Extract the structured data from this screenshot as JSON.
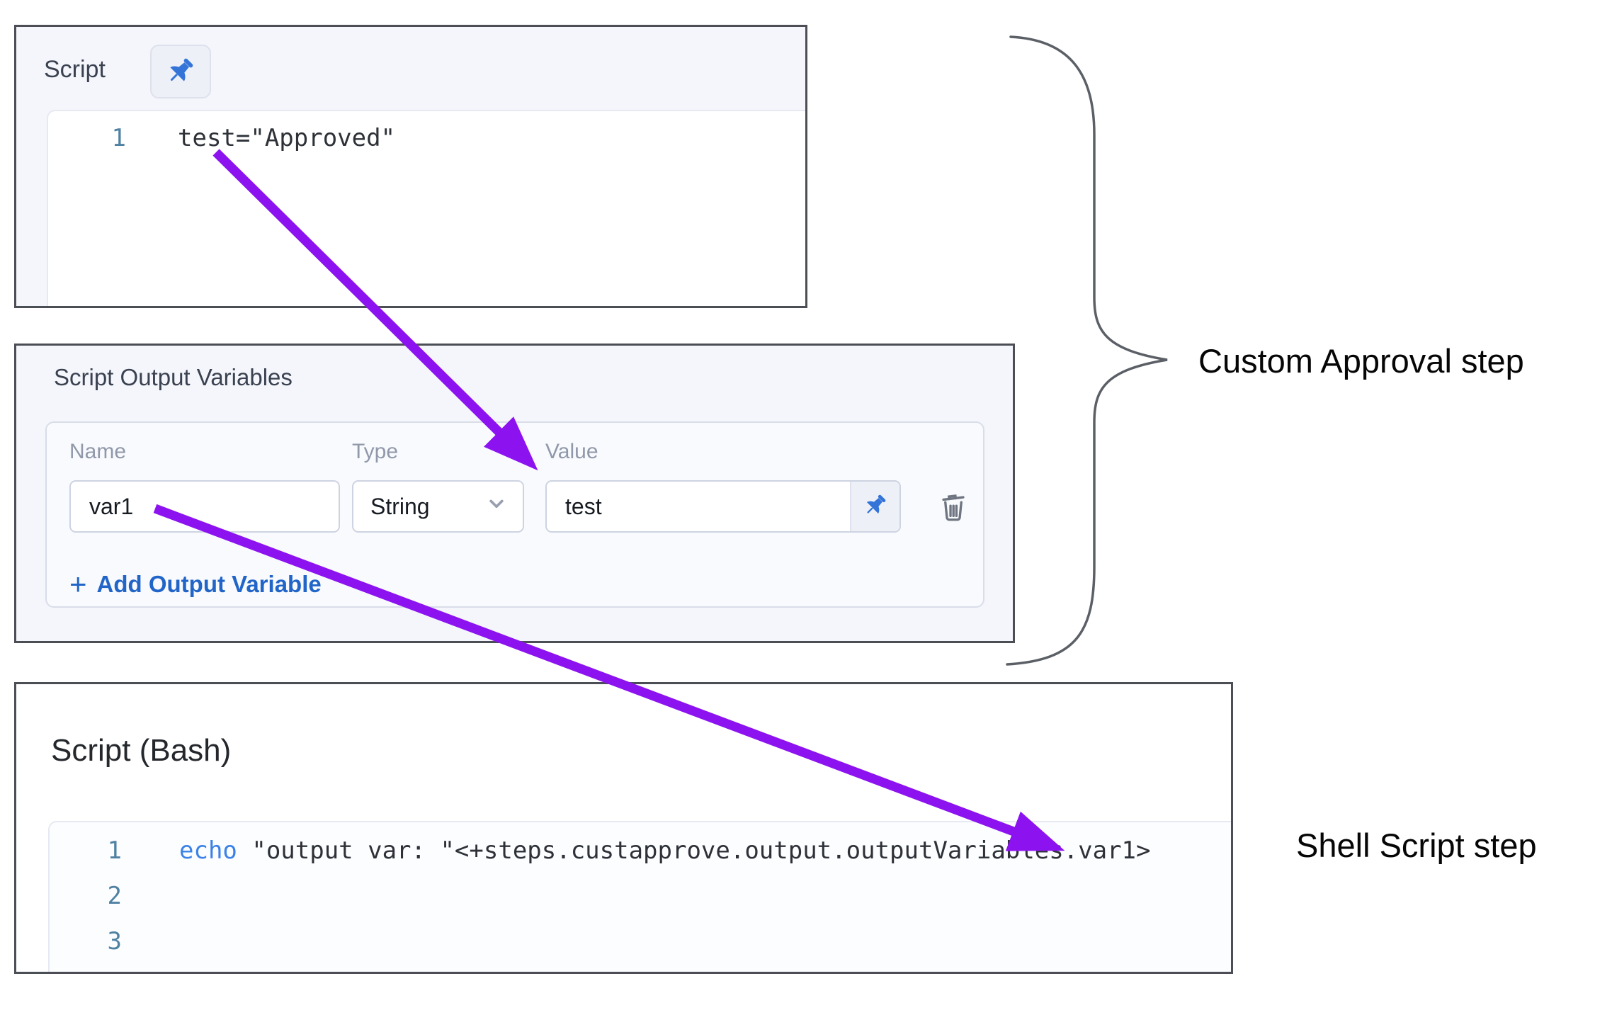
{
  "panels": {
    "script": {
      "title": "Script",
      "code": {
        "line_number": "1",
        "content": "test=\"Approved\""
      }
    },
    "output_variables": {
      "title": "Script Output Variables",
      "columns": {
        "name": "Name",
        "type": "Type",
        "value": "Value"
      },
      "rows": [
        {
          "name": "var1",
          "type": "String",
          "value": "test"
        }
      ],
      "add_plus": "+",
      "add_label": "Add Output Variable"
    },
    "bash": {
      "title": "Script (Bash)",
      "lines": [
        {
          "number": "1",
          "keyword": "echo",
          "rest": " \"output var: \"<+steps.custapprove.output.outputVariables.var1>"
        },
        {
          "number": "2",
          "keyword": "",
          "rest": ""
        },
        {
          "number": "3",
          "keyword": "",
          "rest": ""
        }
      ]
    }
  },
  "annotations": {
    "custom_approval": "Custom Approval step",
    "shell_script": "Shell Script step"
  },
  "icons": {
    "pin": "pushpin-icon",
    "trash": "trash-icon",
    "chevron": "chevron-down-icon",
    "brace": "curly-brace"
  },
  "colors": {
    "arrow_purple": "#8d12f0",
    "pin_blue": "#3474d8",
    "link_blue": "#2265c8",
    "keyword_blue": "#3b82e8",
    "line_number_teal": "#4f81a3",
    "panel_border": "#4b4e55",
    "panel_background": "#f4f6fb",
    "label_gray": "#9098aa"
  }
}
